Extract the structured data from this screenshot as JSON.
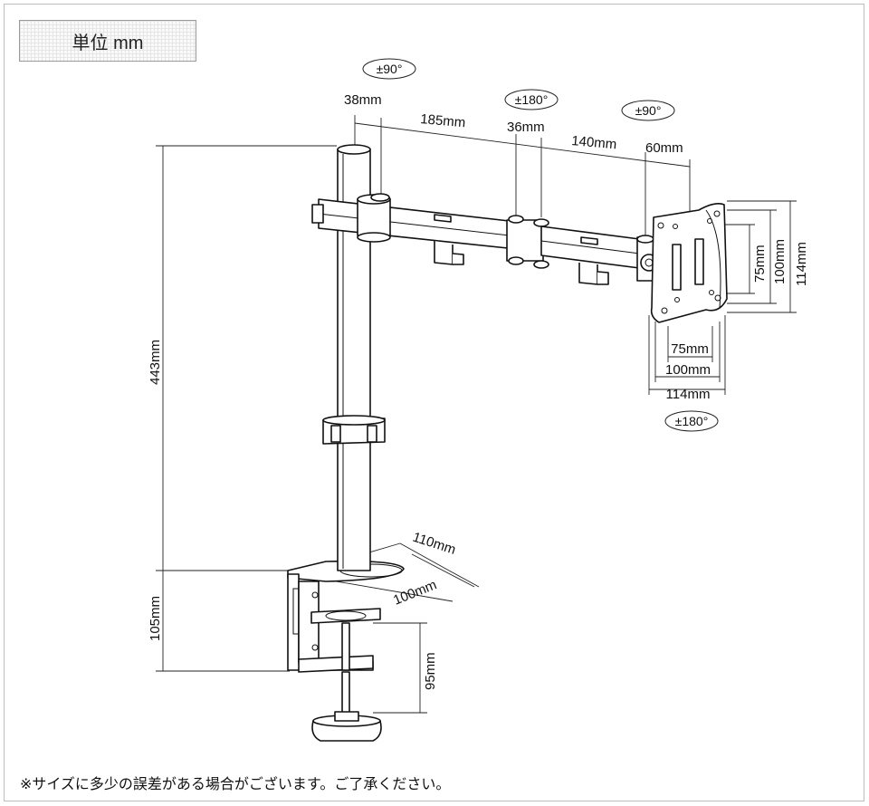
{
  "unit_label": "単位 mm",
  "dimensions": {
    "pole_diameter": "38mm",
    "arm_first": "185mm",
    "joint": "36mm",
    "arm_second": "140mm",
    "head": "60mm",
    "height": "443mm",
    "clamp_height": "105mm",
    "clamp_opening": "95mm",
    "base_width": "110mm",
    "base_depth": "100mm",
    "vesa_small_v": "75mm",
    "vesa_large_v": "100mm",
    "plate_height": "114mm",
    "vesa_small_h": "75mm",
    "vesa_large_h": "100mm",
    "plate_width": "114mm"
  },
  "rotations": {
    "pole": "±90°",
    "elbow": "±180°",
    "head_tilt": "±90°",
    "plate": "±180°"
  },
  "footnote": "※サイズに多少の誤差がある場合がございます。ご了承ください。"
}
